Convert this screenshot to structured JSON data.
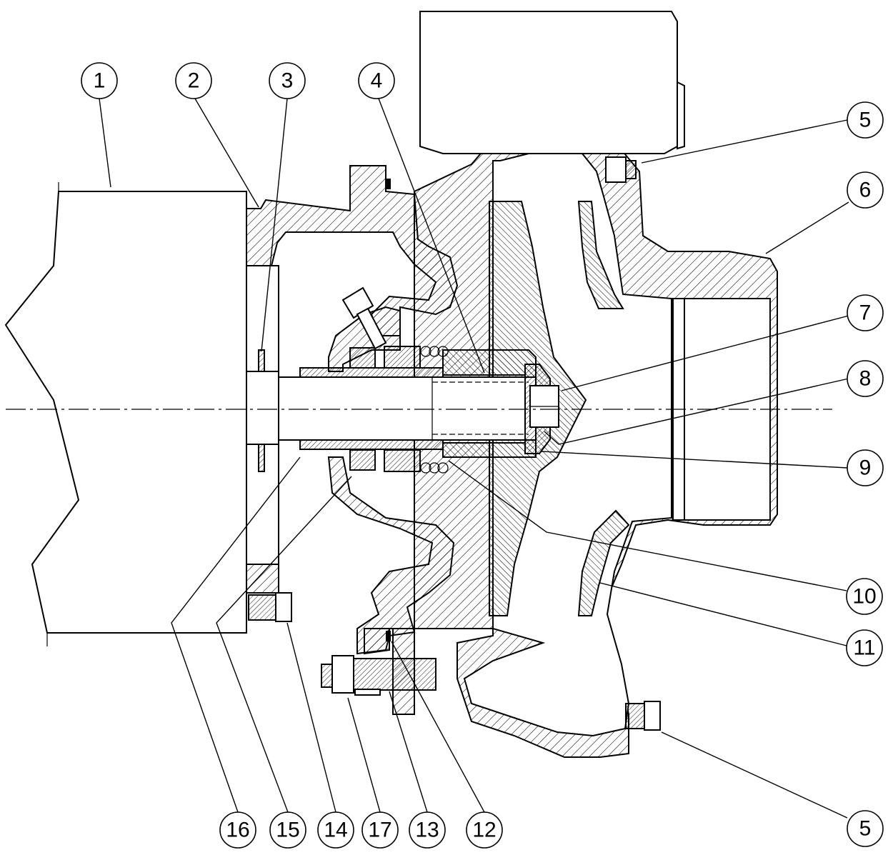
{
  "diagram": {
    "balloons": [
      {
        "id": "b1",
        "label": "1"
      },
      {
        "id": "b2",
        "label": "2"
      },
      {
        "id": "b3",
        "label": "3"
      },
      {
        "id": "b4",
        "label": "4"
      },
      {
        "id": "b5a",
        "label": "5"
      },
      {
        "id": "b6",
        "label": "6"
      },
      {
        "id": "b7",
        "label": "7"
      },
      {
        "id": "b8",
        "label": "8"
      },
      {
        "id": "b9",
        "label": "9"
      },
      {
        "id": "b10",
        "label": "10"
      },
      {
        "id": "b11",
        "label": "11"
      },
      {
        "id": "b5b",
        "label": "5"
      },
      {
        "id": "b16",
        "label": "16"
      },
      {
        "id": "b15",
        "label": "15"
      },
      {
        "id": "b14",
        "label": "14"
      },
      {
        "id": "b17",
        "label": "17"
      },
      {
        "id": "b13",
        "label": "13"
      },
      {
        "id": "b12",
        "label": "12"
      }
    ]
  }
}
